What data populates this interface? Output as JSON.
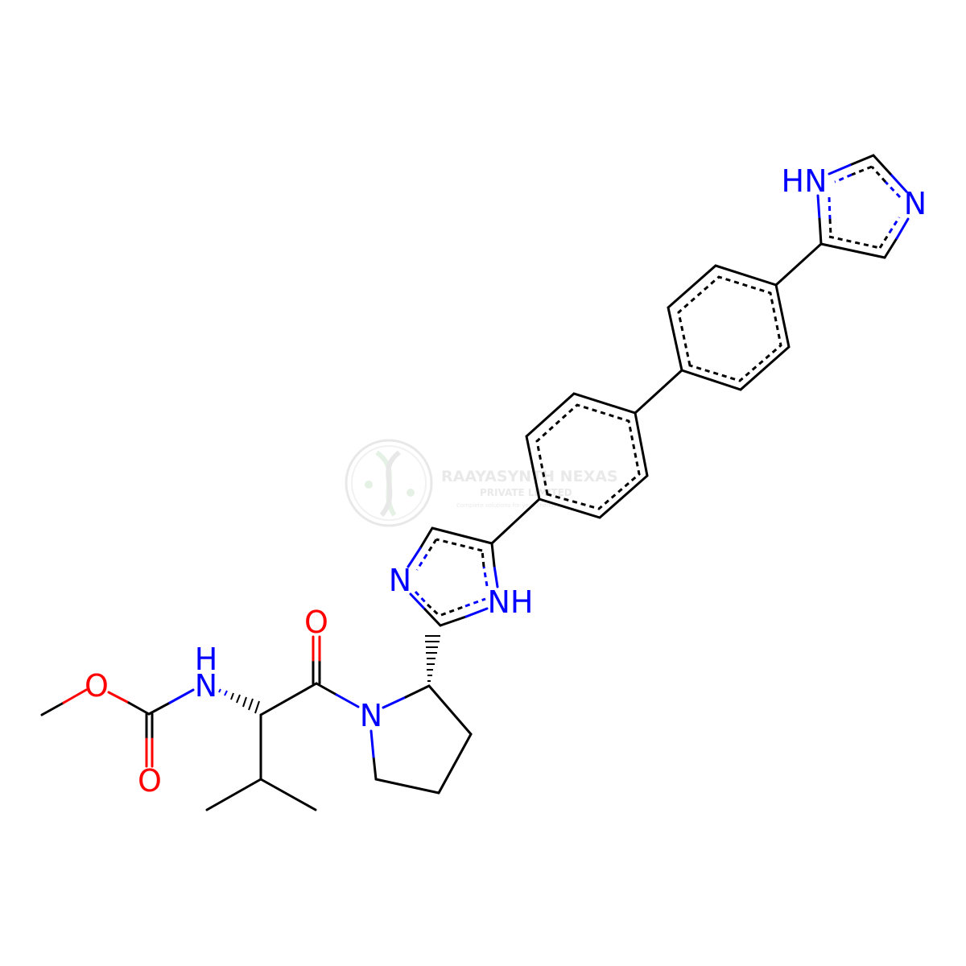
{
  "molecule": {
    "atoms": {
      "o_methoxy": "O",
      "nh_carbamate_h": "H",
      "nh_carbamate_n": "N",
      "o_carbamate": "O",
      "o_amide": "O",
      "n_pyrrolidine": "N",
      "n_imidazole_lower": "N",
      "nh_imidazole_lower": "NH",
      "hn_imidazole_upper": "HN",
      "n_imidazole_upper": "N"
    },
    "colors": {
      "carbon_bond": "#000000",
      "nitrogen": "#0000ff",
      "oxygen": "#ff0000"
    }
  },
  "watermark": {
    "company": "RAAYASYNTH NEXAS",
    "entity": "PRIVATE LIMITED",
    "tagline": "Complete solutions for your chemistry"
  }
}
